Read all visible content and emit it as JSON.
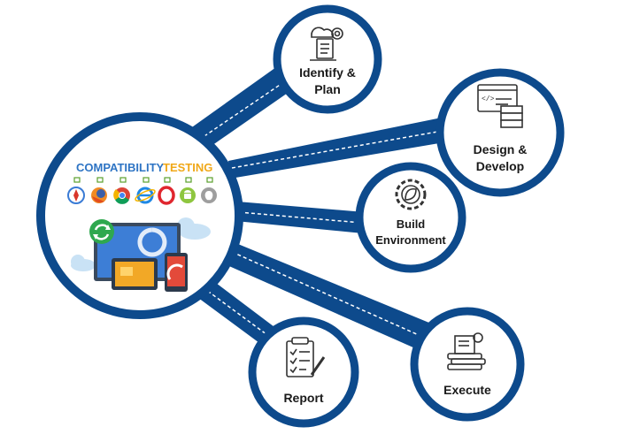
{
  "hub": {
    "title_part1": "COMPATIBILITY",
    "title_part2": "TESTING",
    "browser_icons": [
      "safari-icon",
      "firefox-icon",
      "chrome-icon",
      "ie-icon",
      "opera-icon",
      "android-icon",
      "apple-icon"
    ],
    "illustration": "devices-illustration"
  },
  "steps": [
    {
      "id": "identify",
      "line1": "Identify &",
      "line2": "Plan",
      "icon": "planning-gear-icon"
    },
    {
      "id": "design",
      "line1": "Design &",
      "line2": "Develop",
      "icon": "code-server-icon"
    },
    {
      "id": "build",
      "line1": "Build",
      "line2": "Environment",
      "icon": "leaf-gear-icon"
    },
    {
      "id": "execute",
      "line1": "Execute",
      "line2": "",
      "icon": "books-gear-icon"
    },
    {
      "id": "report",
      "line1": "Report",
      "line2": "",
      "icon": "checklist-pen-icon"
    }
  ],
  "colors": {
    "connector": "#0d4a8c",
    "ring": "#0d4a8c",
    "dash": "#ffffff",
    "title_blue": "#2e74c4",
    "title_yellow": "#f0a818",
    "icon_stroke": "#333333"
  }
}
